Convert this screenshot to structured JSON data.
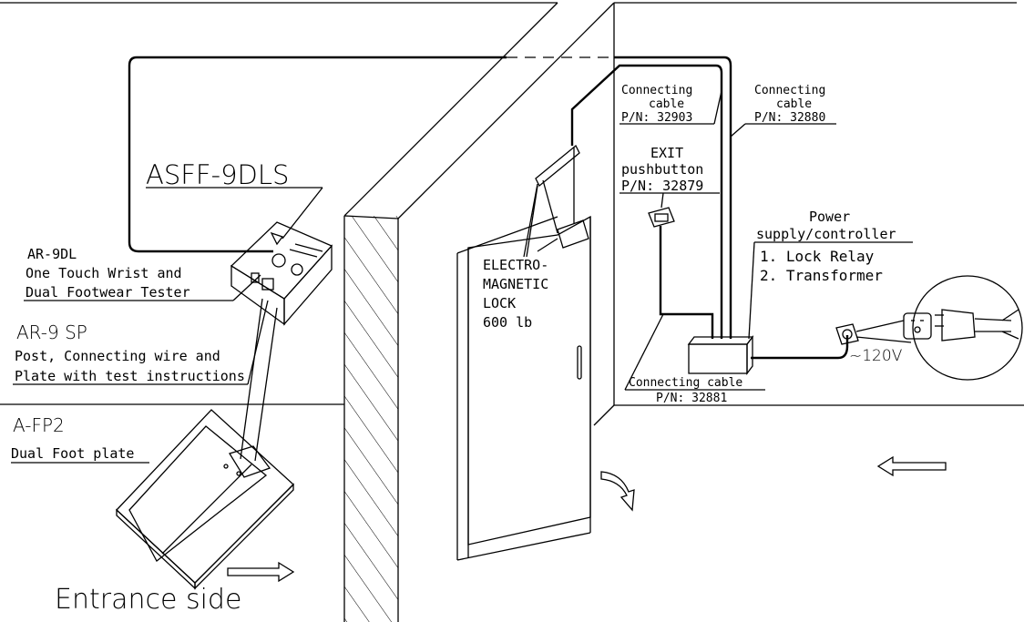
{
  "labels": {
    "asff": "ASFF-9DLS",
    "ar9dl_1": "AR-9DL",
    "ar9dl_2": "One Touch Wrist and",
    "ar9dl_3": "Dual Footwear Tester",
    "ar9sp_1": "AR-9 SP",
    "ar9sp_2": "Post, Connecting wire and",
    "ar9sp_3": "Plate with test instructions",
    "afp2_1": "A-FP2",
    "afp2_2": "Dual Foot plate",
    "entrance": "Entrance side",
    "lock_1": "ELECTRO-",
    "lock_2": "MAGNETIC",
    "lock_3": "LOCK",
    "lock_4": "600 lb",
    "cable1_1": "Connecting",
    "cable1_2": "cable",
    "cable1_3": "P/N: 32903",
    "cable2_1": "Connecting",
    "cable2_2": "cable",
    "cable2_3": "P/N: 32880",
    "exit_1": "EXIT",
    "exit_2": "pushbutton",
    "exit_3": "P/N: 32879",
    "power_1": "Power",
    "power_2": "supply/controller",
    "power_3": "1. Lock Relay",
    "power_4": "2. Transformer",
    "cable3_1": "Connecting cable",
    "cable3_2": "P/N: 32881",
    "voltage": "~120V"
  }
}
